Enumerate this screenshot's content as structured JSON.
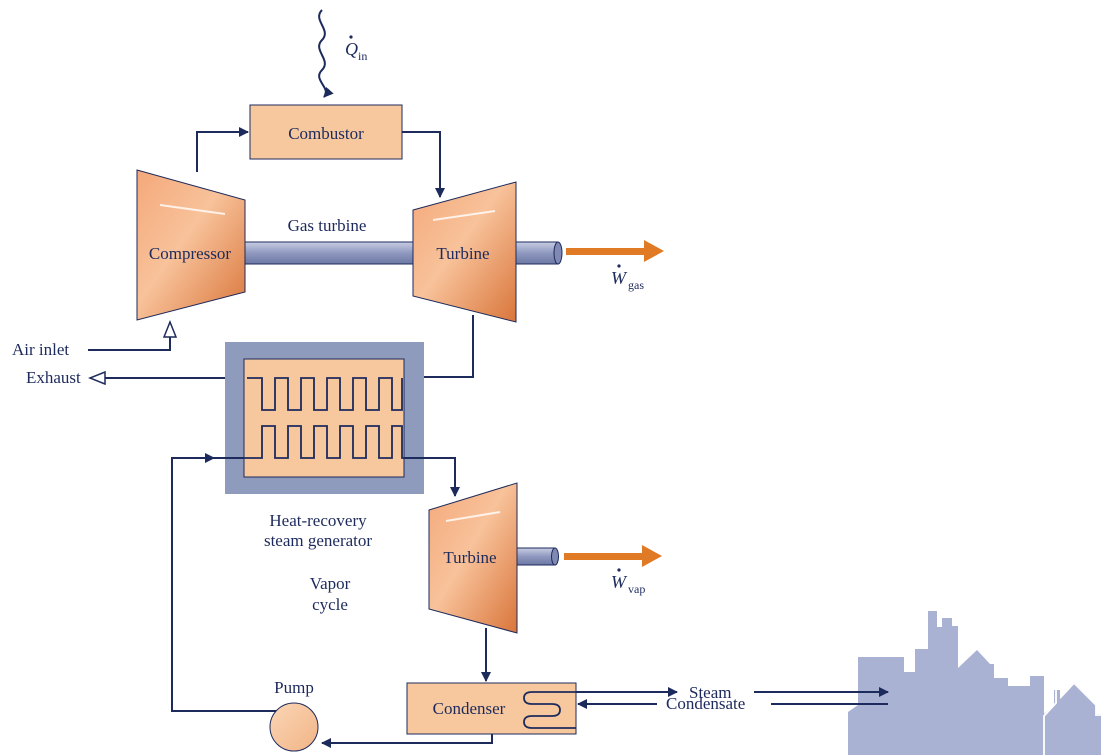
{
  "labels": {
    "q_in": "Q",
    "q_in_sub": "in",
    "combustor": "Combustor",
    "compressor": "Compressor",
    "gas_turbine": "Gas turbine",
    "gas_turbine_unit": "Turbine",
    "w_gas": "W",
    "w_gas_sub": "gas",
    "air_inlet": "Air inlet",
    "exhaust": "Exhaust",
    "hrsg_line1": "Heat-recovery",
    "hrsg_line2": "steam generator",
    "vapor_cycle_line1": "Vapor",
    "vapor_cycle_line2": "cycle",
    "vapor_turbine_unit": "Turbine",
    "w_vap": "W",
    "w_vap_sub": "vap",
    "condenser": "Condenser",
    "pump": "Pump",
    "steam": "Steam",
    "condensate": "Condensate"
  },
  "colors": {
    "equipment_fill": "#f7c89e",
    "turbomachine_dark": "#d9753a",
    "turbomachine_light": "#f8b98a",
    "hrsg_casing": "#8f9bbd",
    "shaft": "#9aa3c6",
    "flow_line": "#1d2a5c",
    "power_arrow": "#e07a24",
    "buildings": "#a9b2d3"
  }
}
